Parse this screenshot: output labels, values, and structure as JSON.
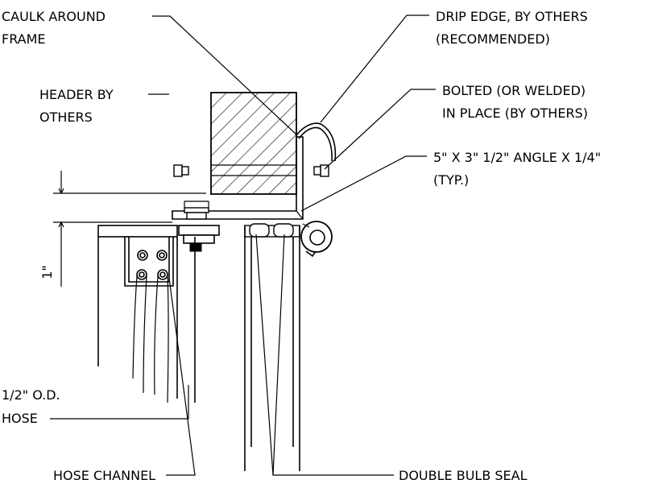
{
  "labels": {
    "caulk": [
      "CAULK AROUND",
      "FRAME"
    ],
    "header": [
      "HEADER BY",
      "OTHERS"
    ],
    "drip_edge": [
      "DRIP EDGE, BY OTHERS",
      "(RECOMMENDED)"
    ],
    "bolted": [
      "BOLTED (OR WELDED)",
      "IN PLACE (BY OTHERS)"
    ],
    "angle": [
      "5\" X 3\" 1/2\" ANGLE X 1/4\"",
      "(TYP.)"
    ],
    "dimension": "1\"",
    "hose": [
      "1/2\" O.D.",
      "HOSE"
    ],
    "hose_channel": "HOSE CHANNEL",
    "double_bulb_seal": "DOUBLE BULB SEAL"
  }
}
